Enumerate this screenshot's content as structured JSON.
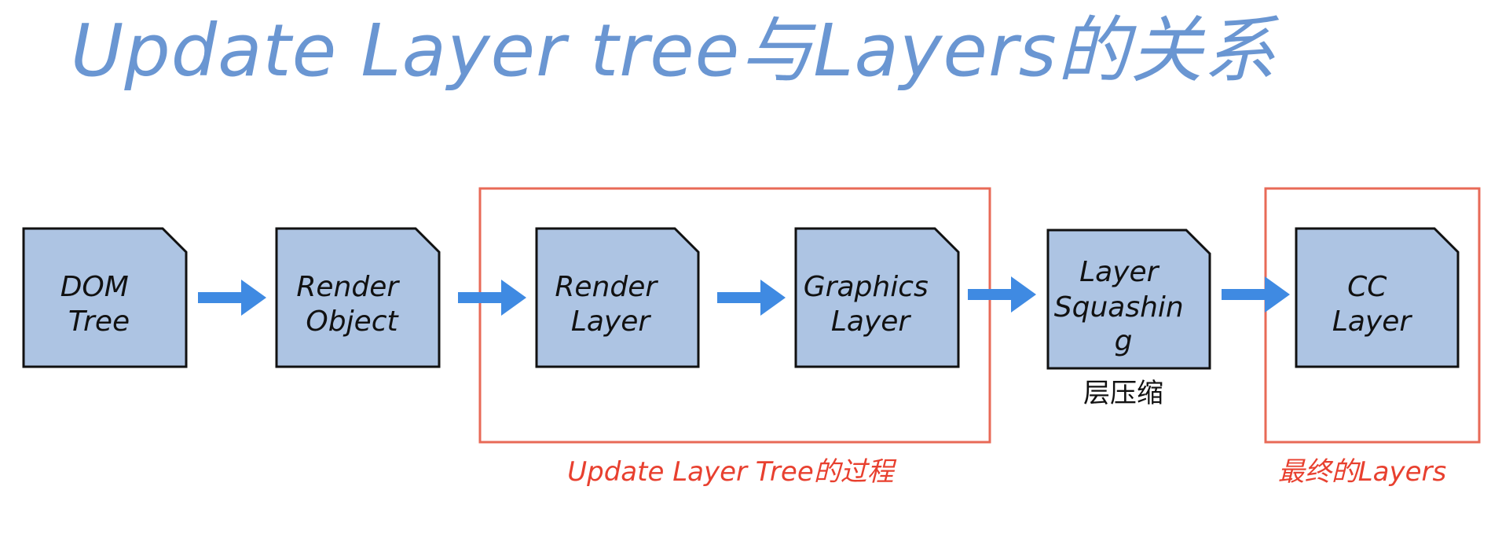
{
  "title": "Update Layer tree与Layers的关系",
  "nodes": [
    {
      "id": "dom-tree",
      "lines": [
        "DOM",
        "Tree"
      ]
    },
    {
      "id": "render-object",
      "lines": [
        "Render",
        "Object"
      ]
    },
    {
      "id": "render-layer",
      "lines": [
        "Render",
        "Layer"
      ]
    },
    {
      "id": "graphics-layer",
      "lines": [
        "Graphics",
        "Layer"
      ]
    },
    {
      "id": "layer-squashing",
      "lines": [
        "Layer",
        "Squashin",
        "g"
      ],
      "note": "层压缩"
    },
    {
      "id": "cc-layer",
      "lines": [
        "CC",
        "Layer"
      ]
    }
  ],
  "groups": [
    {
      "id": "update-layer-tree",
      "caption": "Update Layer Tree的过程"
    },
    {
      "id": "final-layers",
      "caption": "最终的Layers"
    }
  ],
  "colors": {
    "title": "#6a96d2",
    "node_fill": "#adc4e3",
    "node_stroke": "#111111",
    "arrow": "#3f8ae2",
    "group_border": "#e86a57",
    "caption": "#e8402f"
  }
}
